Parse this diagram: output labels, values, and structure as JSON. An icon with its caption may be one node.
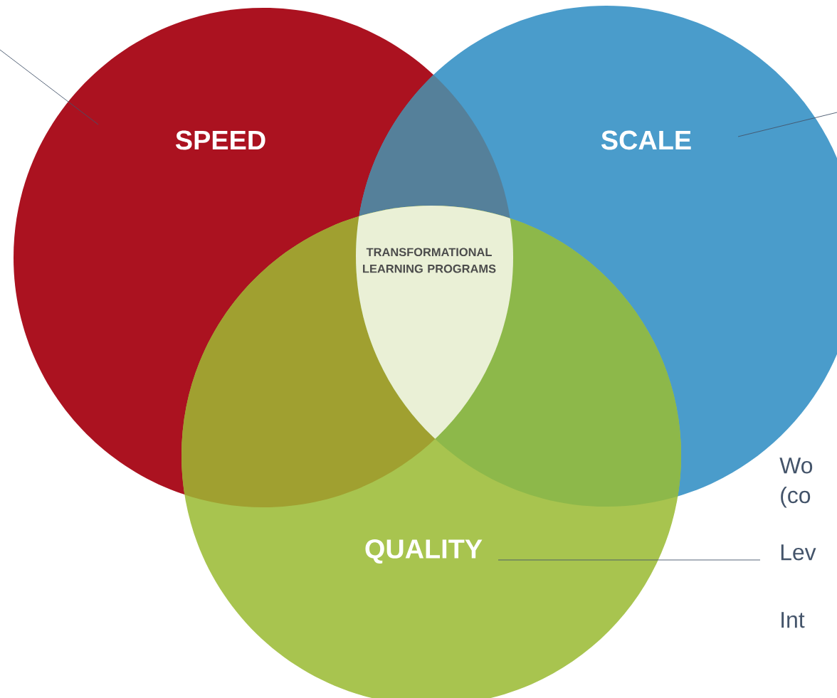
{
  "diagram": {
    "nodes": [
      {
        "text": [
          "SPEED"
        ]
      },
      {
        "text": [
          "SCALE"
        ]
      },
      {
        "text": [
          "QUALITY"
        ]
      },
      {
        "text": [
          "TRANSFORMATIONAL LEARNING PROGRAMS"
        ]
      }
    ],
    "edges": [
      {
        "from": null,
        "to": 0,
        "arrow": "none"
      },
      {
        "from": null,
        "to": 1,
        "arrow": "none"
      },
      {
        "from": null,
        "to": 2,
        "arrow": "none"
      }
    ],
    "labels": [
      "Wo (co",
      "Lev",
      "Int"
    ]
  }
}
